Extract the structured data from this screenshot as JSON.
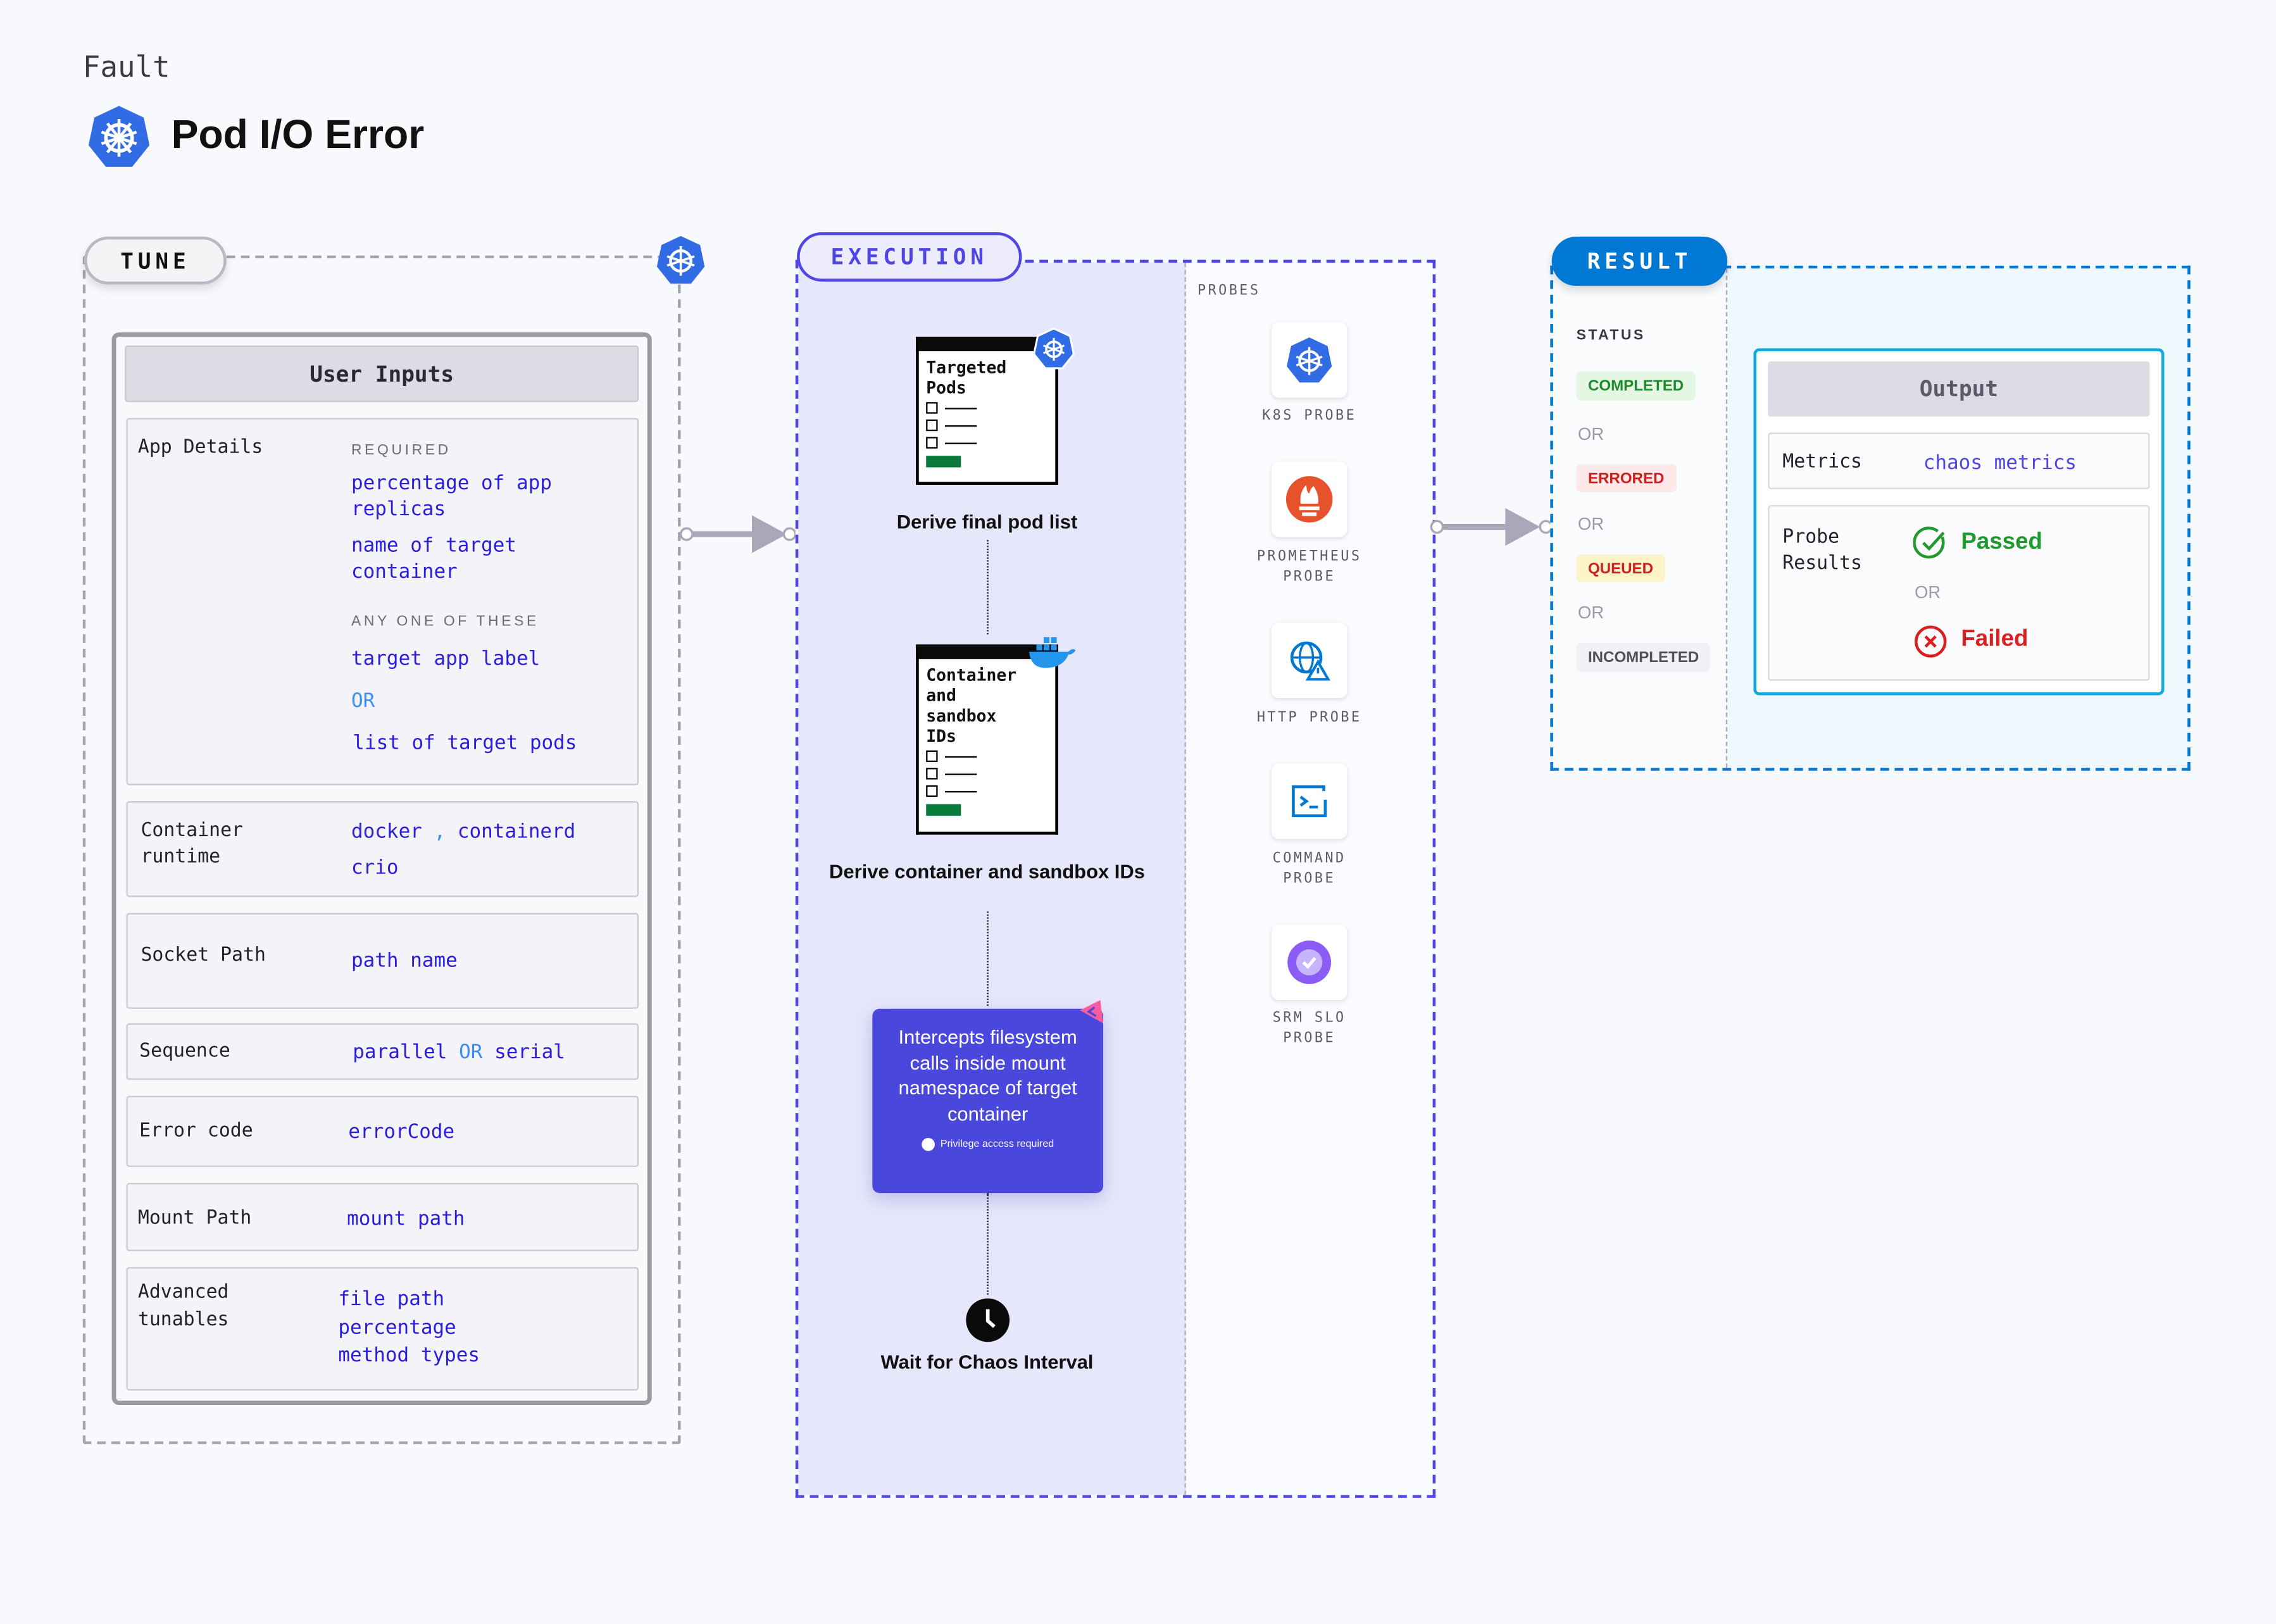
{
  "header": {
    "category": "Fault",
    "title": "Pod I/O Error",
    "icon": "kubernetes-icon"
  },
  "tune": {
    "label": "TUNE",
    "panel_title": "User Inputs",
    "app_details": {
      "label": "App Details",
      "required_caption": "REQUIRED",
      "required": [
        "percentage of app replicas",
        "name of target container"
      ],
      "any_one_caption": "ANY ONE OF THESE",
      "any_one": [
        "target app label",
        "OR",
        "list of target pods"
      ]
    },
    "container_runtime": {
      "label": "Container runtime",
      "value1": "docker",
      "sep": ",",
      "value2": "containerd",
      "value3": "crio"
    },
    "socket_path": {
      "label": "Socket Path",
      "value": "path name"
    },
    "sequence": {
      "label": "Sequence",
      "value1": "parallel",
      "or": "OR",
      "value2": "serial"
    },
    "error_code": {
      "label": "Error code",
      "value": "errorCode"
    },
    "mount_path": {
      "label": "Mount Path",
      "value": "mount path"
    },
    "advanced": {
      "label": "Advanced tunables",
      "values": [
        "file path",
        "percentage",
        "method types"
      ]
    }
  },
  "execution": {
    "label": "EXECUTION",
    "steps": [
      {
        "doc_title": "Targeted Pods",
        "label": "Derive final pod list",
        "badge_icon": "kubernetes-icon"
      },
      {
        "doc_title": "Container and sandbox IDs",
        "label": "Derive container and sandbox IDs",
        "badge_icon": "docker-icon"
      },
      {
        "label": "Intercepts filesystem calls inside mount namespace of target container",
        "note": "Privilege access required",
        "badge_icon": "chaos-icon"
      },
      {
        "label": "Wait for Chaos Interval",
        "icon": "clock-icon"
      }
    ],
    "probes_caption": "PROBES",
    "probes": [
      {
        "label": "K8S PROBE",
        "icon": "kubernetes-icon"
      },
      {
        "label": "PROMETHEUS PROBE",
        "icon": "prometheus-icon"
      },
      {
        "label": "HTTP PROBE",
        "icon": "globe-warning-icon"
      },
      {
        "label": "COMMAND PROBE",
        "icon": "terminal-icon"
      },
      {
        "label": "SRM SLO PROBE",
        "icon": "srm-icon"
      }
    ]
  },
  "result": {
    "label": "RESULT",
    "status_caption": "STATUS",
    "statuses": [
      "COMPLETED",
      "ERRORED",
      "QUEUED",
      "INCOMPLETED"
    ],
    "or": "OR",
    "output_title": "Output",
    "metrics_label": "Metrics",
    "metrics_value": "chaos metrics",
    "probe_results_label": "Probe Results",
    "passed": "Passed",
    "failed": "Failed"
  },
  "colors": {
    "execution": "#4f46e5",
    "result": "#0078d4",
    "input_value": "#2b1de0",
    "passed": "#1f9a2e",
    "failed": "#d92020"
  }
}
